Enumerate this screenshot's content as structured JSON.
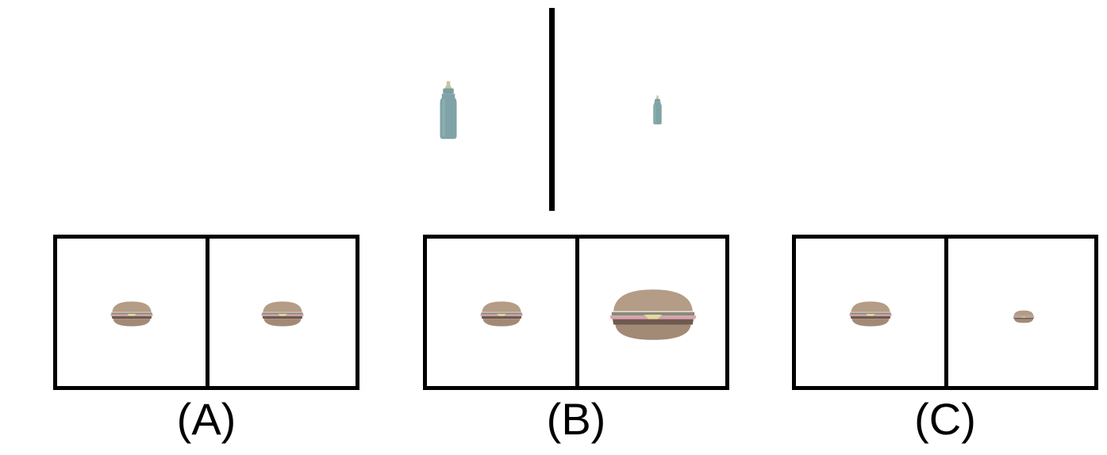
{
  "reference": {
    "left_item": "bottle-icon",
    "right_item": "bottle-icon"
  },
  "options": [
    {
      "label": "(A)",
      "left_item": "burger-icon",
      "right_item": "burger-icon"
    },
    {
      "label": "(B)",
      "left_item": "burger-icon",
      "right_item": "burger-icon"
    },
    {
      "label": "(C)",
      "left_item": "burger-icon",
      "right_item": "burger-icon"
    }
  ],
  "colors": {
    "bottle_body": "#7fa3a6",
    "bottle_nipple": "#c7c3a3",
    "bun": "#b49c86",
    "patty": "#6e5a4e",
    "cheese": "#e8d9a0",
    "ham": "#d9a3ae"
  }
}
